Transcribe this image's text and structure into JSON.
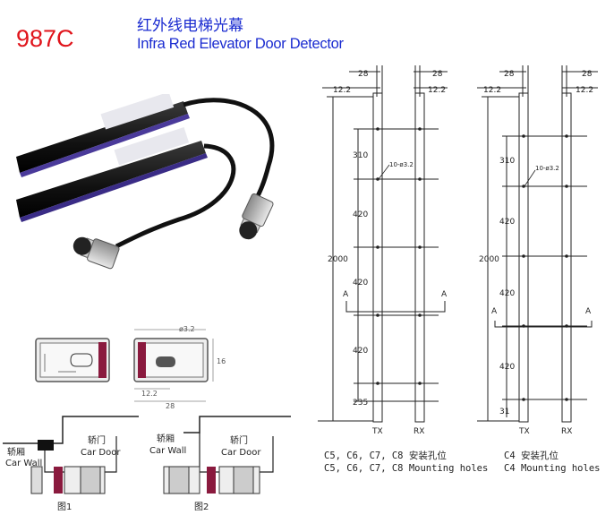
{
  "header": {
    "model": "987C",
    "title_cn": "红外线电梯光幕",
    "title_en": "Infra Red Elevator Door Detector"
  },
  "drawing_left": {
    "top_dims": [
      "28",
      "28"
    ],
    "sub_dims": [
      "12.2",
      "12.2"
    ],
    "vertical_dims": [
      "310",
      "420",
      "420",
      "420",
      "235"
    ],
    "total": "2000",
    "hole_note": "10-ø3.2",
    "section_marks": [
      "A",
      "A"
    ],
    "tx": "TX",
    "rx": "RX",
    "caption_cn": "C5, C6, C7, C8 安装孔位",
    "caption_en": "C5, C6, C7, C8 Mounting holes"
  },
  "drawing_right": {
    "top_dims": [
      "28",
      "28"
    ],
    "sub_dims": [
      "12.2",
      "12.2"
    ],
    "vertical_dims": [
      "310",
      "420",
      "420",
      "420",
      "31"
    ],
    "total": "2000",
    "hole_note": "10-ø3.2",
    "section_marks": [
      "A",
      "A"
    ],
    "tx": "TX",
    "rx": "RX",
    "caption_cn": "C4 安装孔位",
    "caption_en": "C4 Mounting holes"
  },
  "profile": {
    "hole_label": "ø3.2",
    "height_label": "16",
    "inner_width": "12.2",
    "outer_width": "28"
  },
  "fig1": {
    "car_wall_cn": "轿厢",
    "car_wall_en": "Car Wall",
    "car_door_cn": "轿门",
    "car_door_en": "Car Door",
    "caption": "图1"
  },
  "fig2": {
    "car_wall_cn": "轿厢",
    "car_wall_en": "Car Wall",
    "car_door_cn": "轿门",
    "car_door_en": "Car Door",
    "caption": "图2"
  },
  "colors": {
    "model": "#e0141b",
    "title": "#1a2bd0",
    "strip": "#7a1a3a"
  }
}
